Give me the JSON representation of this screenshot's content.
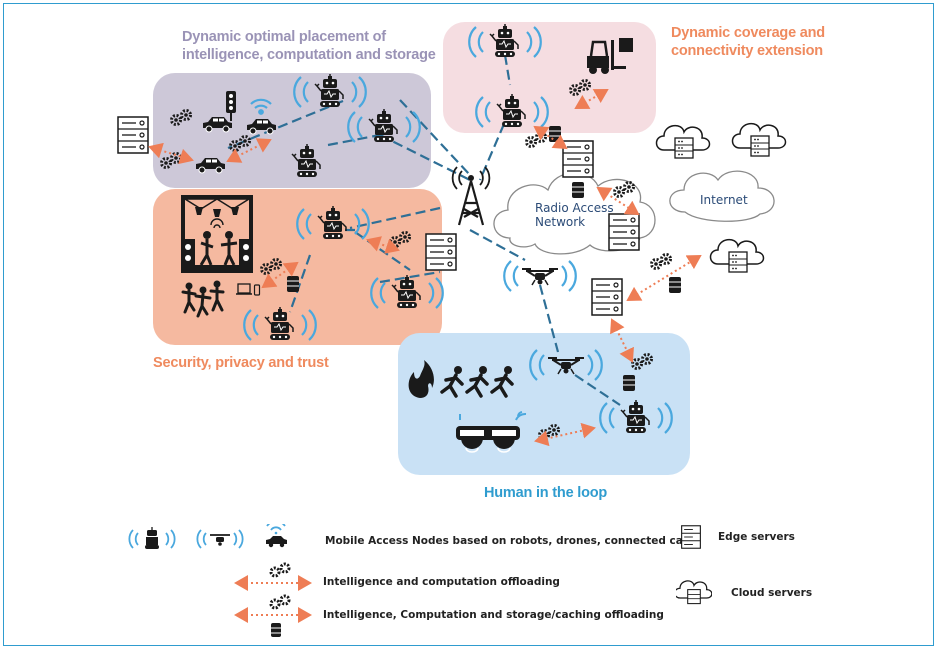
{
  "regions": {
    "placement": {
      "title_line1": "Dynamic optimal placement of",
      "title_line2": "intelligence, computation and storage",
      "title_color": "#9a93b6",
      "fill": "#cdc8d8"
    },
    "coverage": {
      "title_line1": "Dynamic coverage and",
      "title_line2": "connectivity extension",
      "title_color": "#ef8a5e",
      "fill": "#f5dde1"
    },
    "security": {
      "title": "Security, privacy and trust",
      "title_color": "#ef8a5e",
      "fill": "#f5b9a0"
    },
    "human": {
      "title": "Human in the loop",
      "title_color": "#2f9ccf",
      "fill": "#c9e1f5"
    }
  },
  "clouds": {
    "ran_line1": "Radio Access",
    "ran_line2": "Network",
    "internet": "Internet"
  },
  "legend": {
    "mobile_nodes": "Mobile Access Nodes based on robots, drones, connected cars",
    "edge_servers": "Edge servers",
    "offload_compute": "Intelligence and computation offloading",
    "cloud_servers": "Cloud servers",
    "offload_storage": "Intelligence, Computation and storage/caching offloading"
  },
  "colors": {
    "frame": "#2f9ccf",
    "signal": "#4aa8de",
    "link": "#2e6f96",
    "offload": "#ee7d55",
    "icon": "#1a1a1a"
  }
}
